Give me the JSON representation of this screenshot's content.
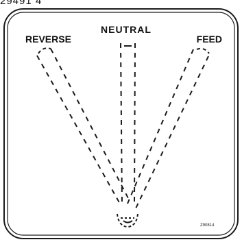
{
  "top_fragment": "29491 4",
  "decal": {
    "labels": {
      "reverse": "REVERSE",
      "neutral": "NEUTRAL",
      "feed": "FEED"
    },
    "part_code": "Z90814"
  }
}
